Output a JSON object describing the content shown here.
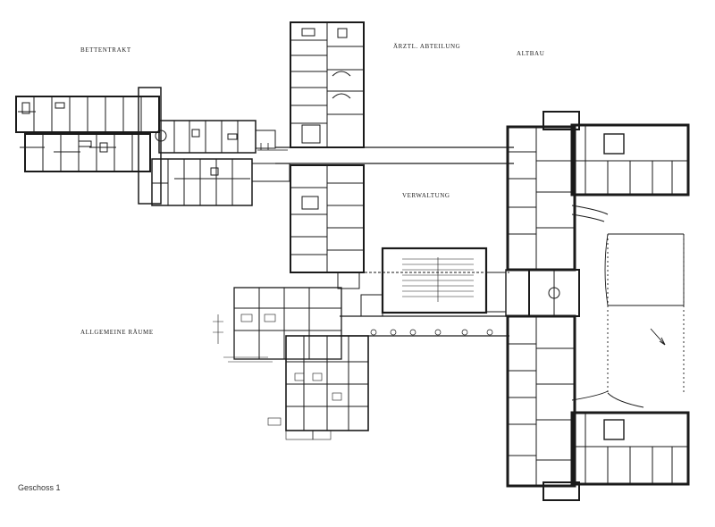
{
  "labels": {
    "wing_beds": "BETTENTRAKT",
    "wing_medical": "ÄRZTL. ABTEILUNG",
    "wing_old": "ALTBAU",
    "wing_admin": "VERWALTUNG",
    "wing_general": "ALLGEMEINE RÄUME"
  },
  "caption": "Geschoss 1",
  "colors": {
    "ink": "#1a1a1a",
    "paper": "#ffffff"
  }
}
